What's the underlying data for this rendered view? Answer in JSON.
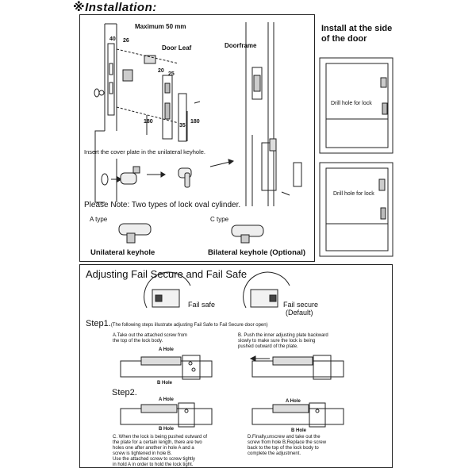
{
  "header": {
    "title": "※Installation:"
  },
  "installation": {
    "max_label": "Maximum 50 mm",
    "door_leaf": "Door Leaf",
    "doorframe": "Doorframe",
    "dims": {
      "d40": "40",
      "d26": "26",
      "d20": "20",
      "d25": "25",
      "d180a": "180",
      "d180b": "180",
      "d35": "35"
    },
    "insert_text": "Insert the cover plate in the unilateral keyhole.",
    "note": "Please Note: Two types of lock oval cylinder.",
    "a_type": "A type",
    "c_type": "C type",
    "unilateral": "Unilateral keyhole",
    "bilateral": "Bilateral keyhole (Optional)"
  },
  "side": {
    "title_line1": "Install at the side",
    "title_line2": "of the door",
    "drill1": "Drill hole for lock",
    "drill2": "Drill hole for lock"
  },
  "adjust": {
    "title": "Adjusting Fail Secure and Fail Safe",
    "fail_safe": "Fail safe",
    "fail_secure": "Fail secure",
    "default": "(Default)",
    "step1": "Step1.",
    "step1_desc": "(The following steps illustrate adjusting Fail Safe to Fail Secure door open)",
    "a_text": "A.Take out the attached screw from\nthe top of the lock body.",
    "b_text": "B. Push the inner adjusting plate backward\nslowly to make sure the lock is being\npushed outward of the plate.",
    "a_hole": "A Hole",
    "b_hole": "B Hole",
    "a_hole2": "A Hole",
    "b_hole2": "B Hole",
    "a_hole3": "A Hole",
    "b_hole3": "B Hole",
    "step2": "Step2.",
    "c_text": "C. When the lock is being pushed outward of\nthe plate for a certain length, there are two\nholes one after another in hole A and a\nscrew is tightened in hole B.\nUse the attached screw to screw tightly\nin hold A in order to hold the lock tight.",
    "d_text": "D.Finally,unscrew and take out the\nscrew from hole B,Replace the screw\nback to the top of the lock body to\ncomplete the adjustment."
  }
}
